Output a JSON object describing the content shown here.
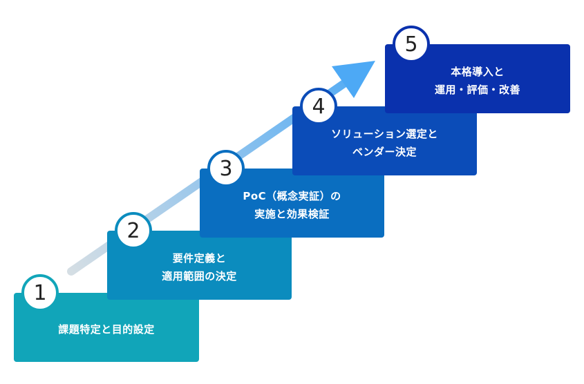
{
  "steps": [
    {
      "number": "1",
      "label": "課題特定と目的設定",
      "color": "#11a5b9"
    },
    {
      "number": "2",
      "label": "要件定義と\n適用範囲の決定",
      "color": "#0b8cbe"
    },
    {
      "number": "3",
      "label": "PoC（概念実証）の\n実施と効果検証",
      "color": "#0a6ec0"
    },
    {
      "number": "4",
      "label": "ソリューション選定と\nベンダー決定",
      "color": "#0b4cb8"
    },
    {
      "number": "5",
      "label": "本格導入と\n運用・評価・改善",
      "color": "#0a31ad"
    }
  ],
  "arrow": {
    "start_color": "#d5dee4",
    "end_color": "#4da9f5"
  }
}
